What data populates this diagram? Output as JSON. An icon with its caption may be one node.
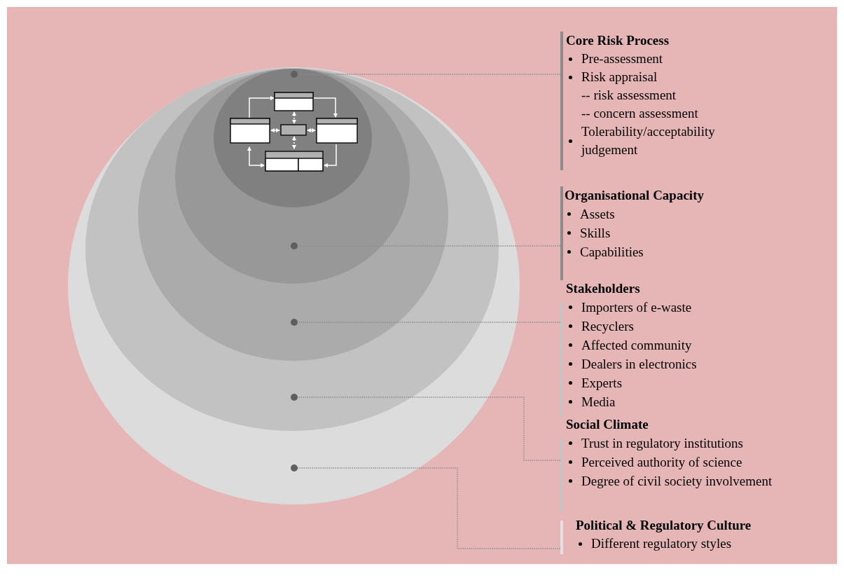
{
  "diagram": {
    "nodes": [
      {
        "text": [],
        "shape": "circle"
      },
      {
        "text": [],
        "shape": "circle",
        "in": 0
      },
      {
        "text": [],
        "shape": "circle",
        "in": 1
      },
      {
        "text": [],
        "shape": "circle",
        "in": 2
      },
      {
        "text": [],
        "shape": "circle",
        "in": 3
      },
      {
        "text": [],
        "shape": "picture",
        "in": 4
      },
      {
        "text": [],
        "shape": "circle",
        "in": 4
      },
      {
        "text": [],
        "shape": "circle",
        "in": 3
      },
      {
        "text": [],
        "shape": "circle",
        "in": 2
      },
      {
        "text": [],
        "shape": "circle",
        "in": 1
      },
      {
        "text": [],
        "shape": "circle",
        "in": 0
      },
      {
        "text": [
          "Core Risk Process",
          "Pre-assessment",
          "Risk appraisal",
          "-- risk assessment",
          "-- concern assessment",
          "Tolerability/acceptability judgement"
        ]
      },
      {
        "text": [
          "Organisational Capacity",
          "Assets",
          "Skills",
          "Capabilities"
        ]
      },
      {
        "text": [
          "Stakeholders",
          "Importers of e-waste",
          "Recyclers",
          "Affected community",
          "Dealers in electronics",
          "Experts",
          "Media"
        ]
      },
      {
        "text": [
          "Social Climate",
          "Trust in regulatory institutions",
          "Perceived authority of science",
          "Degree of civil society involvement"
        ]
      },
      {
        "text": [
          "Political & Regulatory Culture",
          "Different regulatory styles"
        ]
      }
    ],
    "edges": [
      {
        "from": 11,
        "to": 6,
        "arrow": "none"
      },
      {
        "from": 12,
        "to": 7,
        "arrow": "none"
      },
      {
        "from": 13,
        "to": 8,
        "arrow": "none"
      },
      {
        "from": 14,
        "to": 9,
        "arrow": "none"
      },
      {
        "from": 15,
        "to": 10,
        "arrow": "none"
      }
    ]
  }
}
